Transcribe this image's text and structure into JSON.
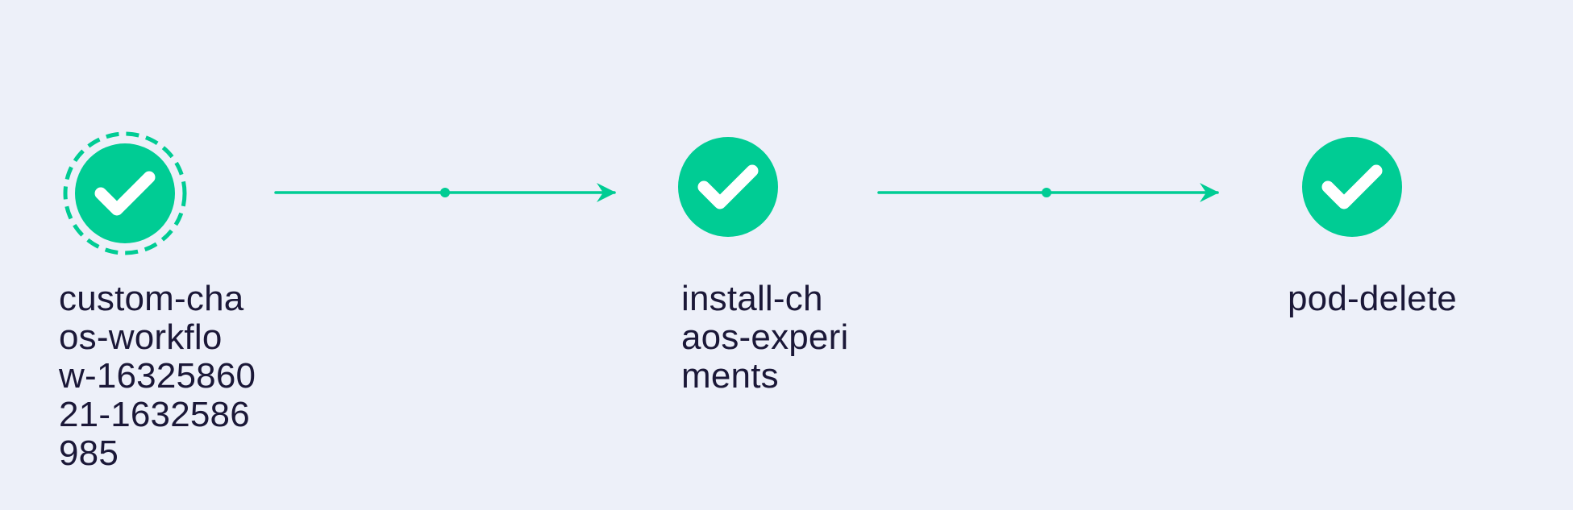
{
  "colors": {
    "background": "#edf0f9",
    "success": "#00cc94",
    "check": "#ffffff",
    "text": "#1b1838"
  },
  "nodes": [
    {
      "id": "custom-chaos-workflow",
      "label": "custom-cha\nos-workflo\nw-16325860\n21-1632586\n985",
      "status": "succeeded",
      "selected": true,
      "icon": "check-circle-icon"
    },
    {
      "id": "install-chaos-experiments",
      "label": "install-ch\naos-experi\nments",
      "status": "succeeded",
      "selected": false,
      "icon": "check-circle-icon"
    },
    {
      "id": "pod-delete",
      "label": "pod-delete",
      "status": "succeeded",
      "selected": false,
      "icon": "check-circle-icon"
    }
  ],
  "edges": [
    {
      "from": "custom-chaos-workflow",
      "to": "install-chaos-experiments"
    },
    {
      "from": "install-chaos-experiments",
      "to": "pod-delete"
    }
  ]
}
